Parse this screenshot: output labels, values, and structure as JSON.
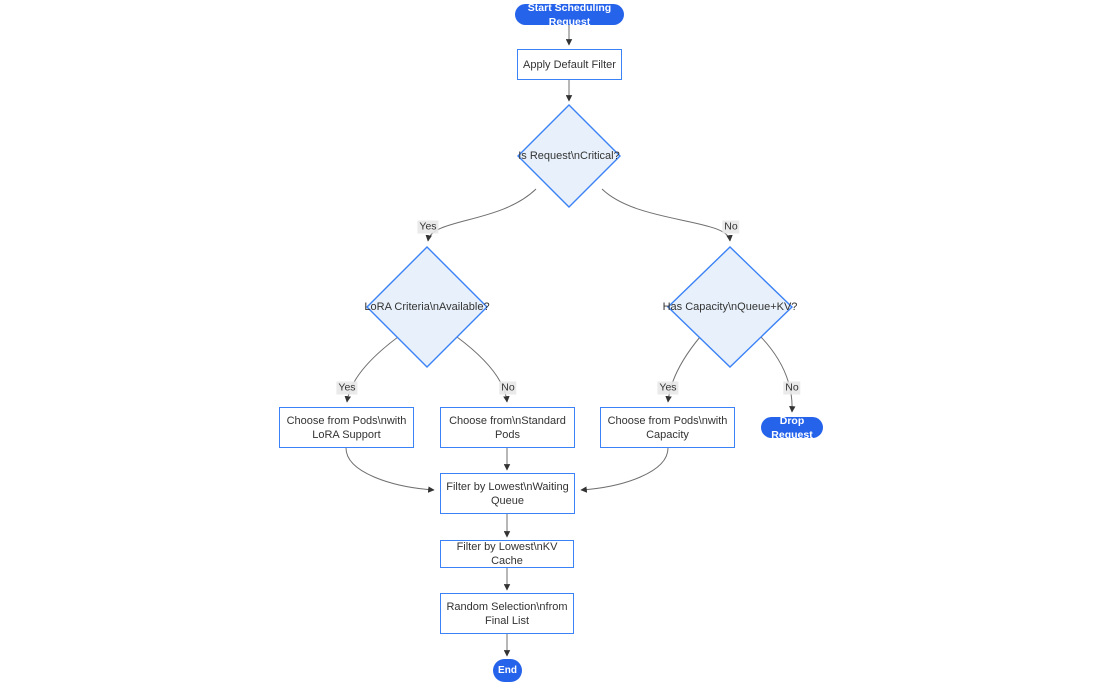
{
  "diagram": {
    "type": "flowchart",
    "nodes": {
      "start": {
        "label": "Start Scheduling Request",
        "shape": "stadium"
      },
      "apply_filter": {
        "label": "Apply Default Filter",
        "shape": "rect"
      },
      "is_critical": {
        "label": "Is Request\\nCritical?",
        "shape": "diamond"
      },
      "lora_criteria": {
        "label": "LoRA Criteria\\nAvailable?",
        "shape": "diamond"
      },
      "has_capacity": {
        "label": "Has Capacity\\nQueue+KV?",
        "shape": "diamond"
      },
      "choose_lora": {
        "label": "Choose from Pods\\nwith LoRA Support",
        "shape": "rect"
      },
      "choose_standard": {
        "label": "Choose from\\nStandard Pods",
        "shape": "rect"
      },
      "choose_capacity": {
        "label": "Choose from Pods\\nwith Capacity",
        "shape": "rect"
      },
      "drop_request": {
        "label": "Drop Request",
        "shape": "stadium"
      },
      "filter_waiting": {
        "label": "Filter by Lowest\\nWaiting Queue",
        "shape": "rect"
      },
      "filter_kv": {
        "label": "Filter by Lowest\\nKV Cache",
        "shape": "rect"
      },
      "random_selection": {
        "label": "Random Selection\\nfrom Final List",
        "shape": "rect"
      },
      "end": {
        "label": "End",
        "shape": "stadium"
      }
    },
    "edge_labels": {
      "critical_yes": {
        "label": "Yes"
      },
      "critical_no": {
        "label": "No"
      },
      "lora_yes": {
        "label": "Yes"
      },
      "lora_no": {
        "label": "No"
      },
      "capacity_yes": {
        "label": "Yes"
      },
      "capacity_no": {
        "label": "No"
      }
    },
    "colors": {
      "accent_fill": "#2563EB",
      "node_border": "#3B82F6",
      "diamond_fill": "#E8F1FB",
      "node_fill": "#FFFFFF",
      "edge_line": "#6F6F6F",
      "arrowhead": "#333333",
      "text": "#333333",
      "edge_label_bg": "#E8E8E8"
    }
  }
}
